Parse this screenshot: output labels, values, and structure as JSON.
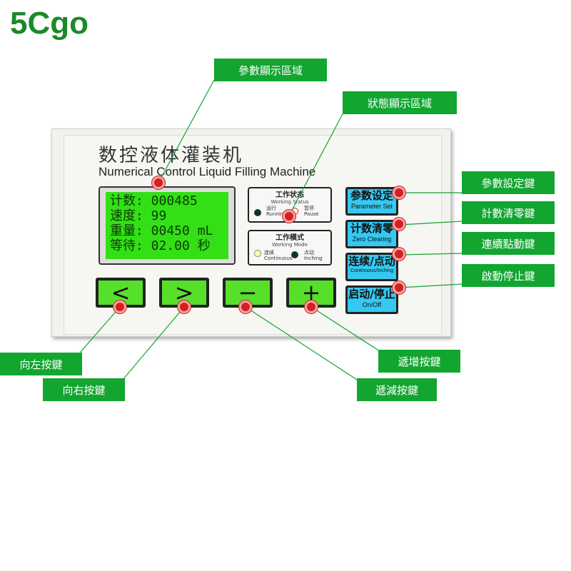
{
  "logo": "5Cgo",
  "panel": {
    "title_cn": "数控液体灌装机",
    "title_en": "Numerical Control Liquid Filling Machine",
    "lcd": [
      "计数: 000485",
      "速度: 99",
      "重量: 00450 mL",
      "等待: 02.00 秒"
    ],
    "status": {
      "title_cn": "工作状态",
      "title_en": "Working Status",
      "run_cn": "运行",
      "run_en": "Running",
      "pause_cn": "暂停",
      "pause_en": "Pause"
    },
    "mode": {
      "title_cn": "工作模式",
      "title_en": "Working Mode",
      "cont_cn": "连续",
      "cont_en": "Continuous",
      "inch_cn": "点动",
      "inch_en": "Inching"
    },
    "buttons": {
      "left": "<",
      "right": ">",
      "minus": "−",
      "plus": "+"
    },
    "right_buttons": [
      {
        "cn": "参数设定",
        "en": "Parameter Set"
      },
      {
        "cn": "计数清零",
        "en": "Zero Clearing"
      },
      {
        "cn": "连续/点动",
        "en": "Continuous/Inching"
      },
      {
        "cn": "启动/停止",
        "en": "On/Off"
      }
    ]
  },
  "callouts": {
    "param_display": "參數顯示區域",
    "status_display": "狀態顯示區域",
    "param_set": "參數設定鍵",
    "count_clear": "計數清零鍵",
    "cont_inch": "連續點動鍵",
    "start_stop": "啟動停止鍵",
    "left_key": "向左按鍵",
    "right_key": "向右按鍵",
    "inc_key": "遞增按鍵",
    "dec_key": "遞減按鍵"
  },
  "colors": {
    "callout": "#12a530",
    "lcd": "#33e016",
    "key": "#56e02a",
    "right_key": "#35c8f0",
    "dot": "#d42020"
  }
}
